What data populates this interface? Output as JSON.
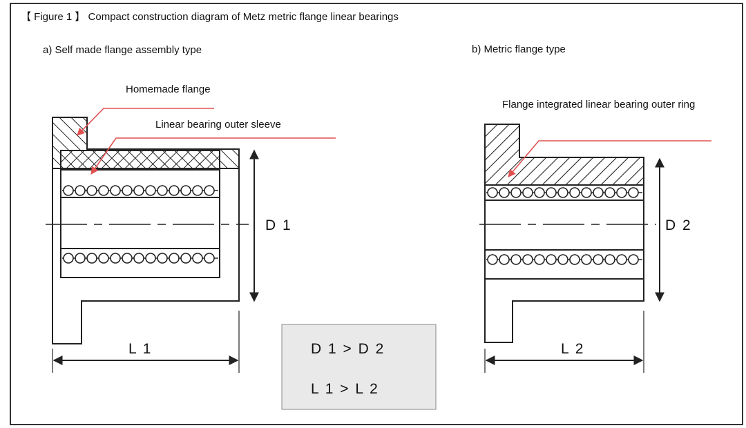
{
  "figure_title": "【 Figure 1 】 Compact construction diagram of Metz metric flange linear bearings",
  "left_panel": {
    "subtitle": "a) Self made flange assembly type",
    "label_flange": "Homemade flange",
    "label_sleeve": "Linear bearing outer sleeve",
    "dim_diameter": "D 1",
    "dim_length": "L 1"
  },
  "right_panel": {
    "subtitle": "b) Metric flange type",
    "label_outer_ring": "Flange integrated linear bearing outer ring",
    "dim_diameter": "D 2",
    "dim_length": "L 2"
  },
  "comparison": {
    "line1": "D 1  >  D 2",
    "line2": "L 1  >  L 2"
  },
  "colors": {
    "leader": "#e05050",
    "stroke": "#222222",
    "compare_bg": "#e9e9e9"
  }
}
